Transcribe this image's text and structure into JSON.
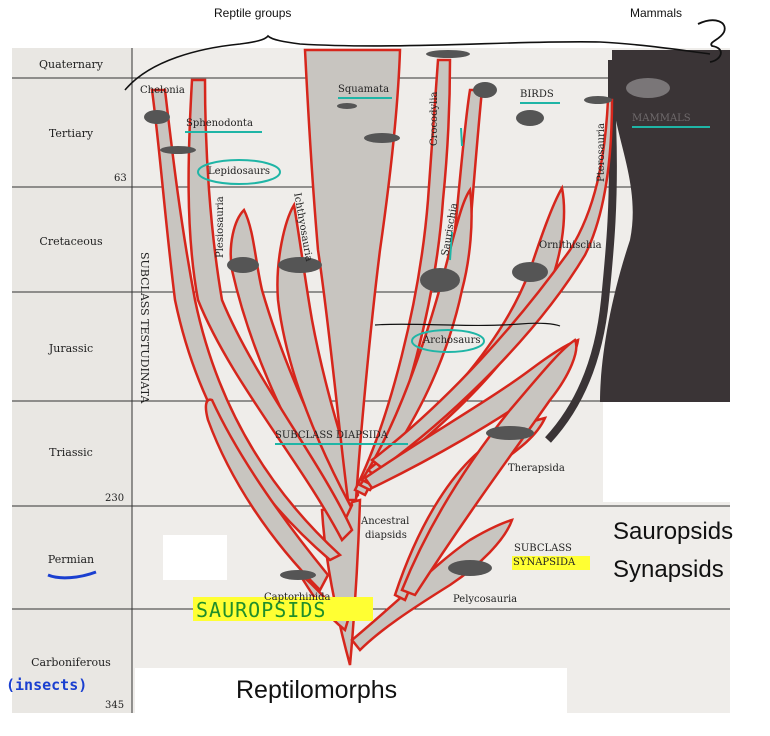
{
  "header": {
    "left_label": "Reptile groups",
    "right_label": "Mammals"
  },
  "time_scale": {
    "periods": [
      "Quaternary",
      "Tertiary",
      "Cretaceous",
      "Jurassic",
      "Triassic",
      "Permian",
      "Carboniferous"
    ],
    "ages": [
      "63",
      "230",
      "345"
    ]
  },
  "groups": {
    "chelonia": "Chelonia",
    "sphenodonta": "Sphenodonta",
    "lepidosaurs": "Lepidosaurs",
    "squamata": "Squamata",
    "crocodylia": "Crocodylia",
    "birds": "BIRDS",
    "pterosauria": "Pterosauria",
    "mammals": "MAMMALS",
    "plesiosauria": "Plesiosauria",
    "ichthyosauria": "Ichthyosauria",
    "saurischia": "Saurischia",
    "ornithischia": "Ornithischia",
    "archosaurs": "Archosaurs",
    "subclass_testudinata": "SUBCLASS TESTUDINATA",
    "subclass_diapsida": "SUBCLASS DIAPSIDA",
    "therapsida": "Therapsida",
    "ancestral_diapsids_line1": "Ancestral",
    "ancestral_diapsids_line2": "diapsids",
    "subclass_synapsida_line1": "SUBCLASS",
    "subclass_synapsida_line2": "SYNAPSIDA",
    "captorhinida": "Captorhinida",
    "pelycosauria": "Pelycosauria"
  },
  "annotations": {
    "sauropsids_handwritten": "SAUROPSIDS",
    "insects_handwritten": "(insects)",
    "sauropsids": "Sauropsids",
    "synapsids": "Synapsids",
    "reptilomorphs": "Reptilomorphs"
  },
  "colors": {
    "branch_outline": "#d6261c",
    "branch_fill": "#c8c5c0",
    "mammal_fill": "#3a3436",
    "paper": "#efedea",
    "highlight_yellow": "#ffff33",
    "underline_teal": "#1fb5a6",
    "underline_blue": "#1a3fd0"
  }
}
